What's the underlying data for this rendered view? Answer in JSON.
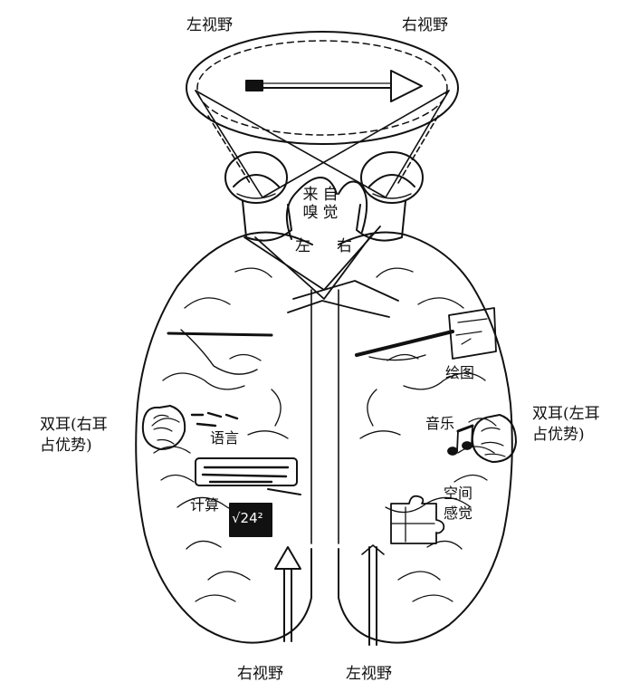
{
  "labels": {
    "top_left_field": "左视野",
    "top_right_field": "右视野",
    "bottom_right_field": "右视野",
    "bottom_left_field": "左视野",
    "smell_top": "来",
    "smell_bottom": "嗅",
    "self_top": "自",
    "self_bottom": "觉",
    "center_left": "左",
    "center_right": "右",
    "drawing": "绘图",
    "music": "音乐",
    "language": "语言",
    "calculation": "计算",
    "spatial_line1": "空间",
    "spatial_line2": "感觉",
    "binaural_left_line1": "双耳(右耳",
    "binaural_left_line2": "占优势)",
    "binaural_right_line1": "双耳(左耳",
    "binaural_right_line2": "占优势)",
    "sqrt_label": "√24²"
  },
  "colors": {
    "ink": "#111111",
    "paper": "#ffffff"
  }
}
